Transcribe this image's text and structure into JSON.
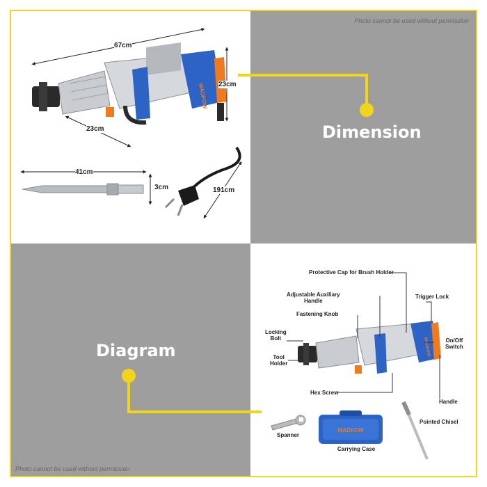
{
  "watermark_top": "Photo cannot be used without permission",
  "watermark_bottom": "Photo cannot be used without permission",
  "labels": {
    "dimension": "Dimension",
    "diagram": "Diagram"
  },
  "brand": "WADFOW",
  "dimensions": {
    "length": "67cm",
    "height": "23cm",
    "depth": "23cm",
    "chisel_length": "41cm",
    "chisel_width": "3cm",
    "cord_length": "191cm"
  },
  "callouts": {
    "protective_cap": "Protective Cap for Brush Holder",
    "auxiliary_handle_1": "Adjustable Auxiliary",
    "auxiliary_handle_2": "Handle",
    "trigger_lock": "Trigger Lock",
    "fastening_knob": "Fastening Knob",
    "locking_bolt_1": "Locking",
    "locking_bolt_2": "Bolt",
    "tool_holder_1": "Tool",
    "tool_holder_2": "Holder",
    "on_off_1": "On/Off",
    "on_off_2": "Switch",
    "hex_screw": "Hex Screw",
    "handle": "Handle",
    "pointed_chisel": "Pointed Chisel",
    "spanner": "Spanner",
    "carrying_case": "Carrying Case"
  },
  "colors": {
    "accent": "#f2d41a",
    "gray": "#9e9e9e",
    "tool_blue": "#2c63c4",
    "tool_orange": "#f07a1e"
  }
}
